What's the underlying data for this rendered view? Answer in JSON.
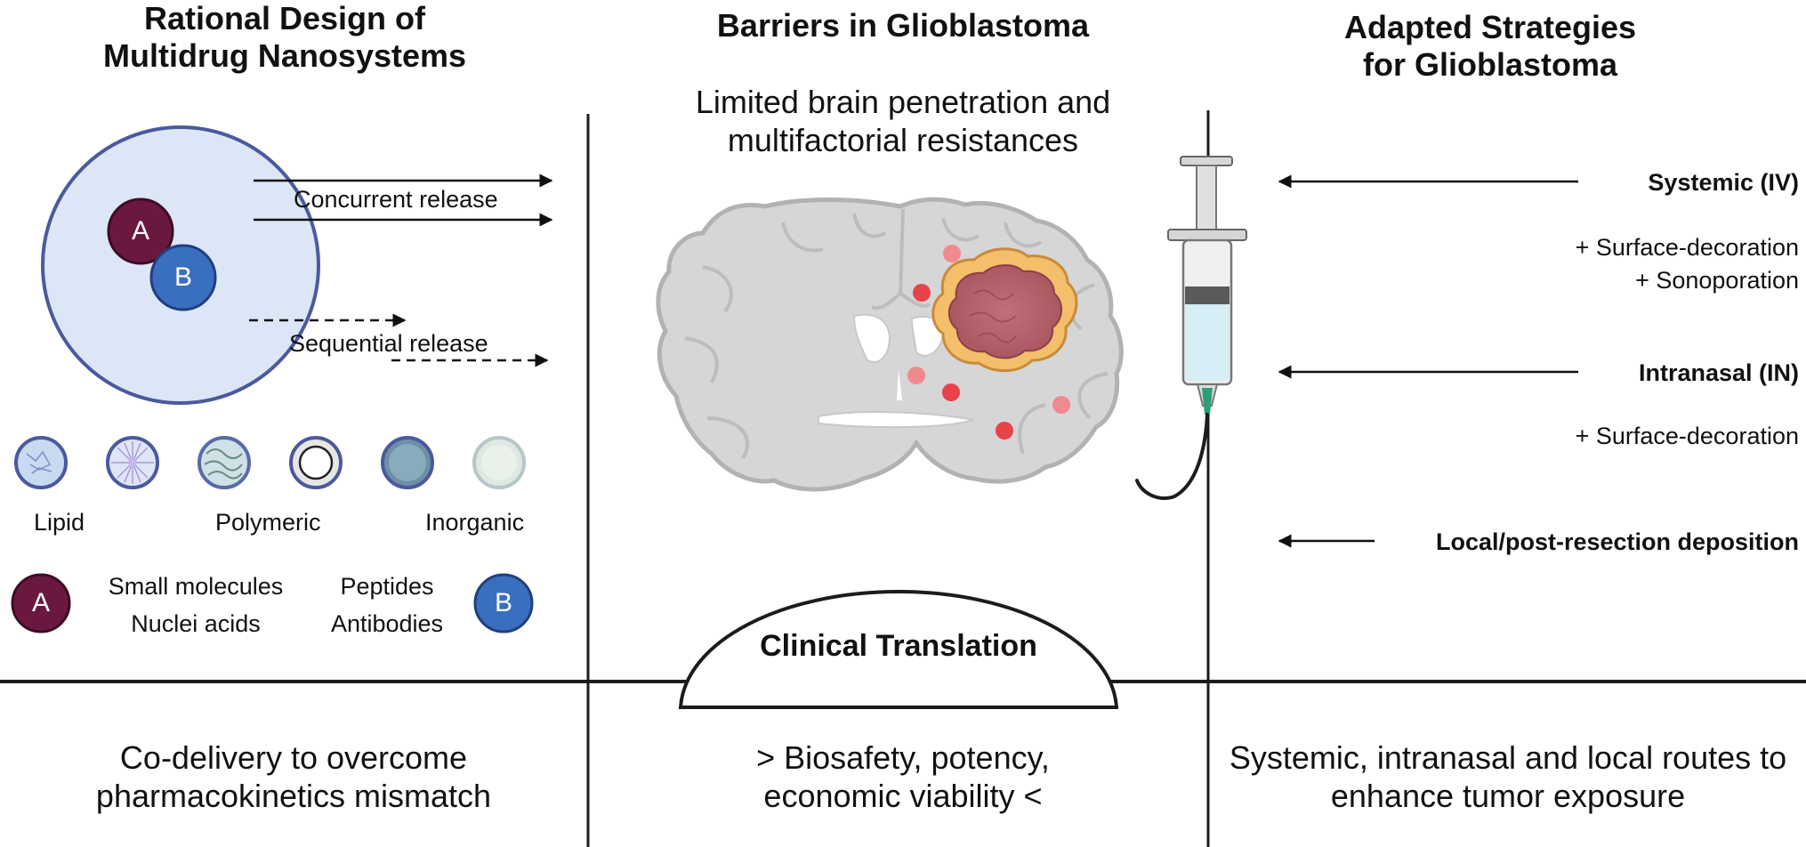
{
  "left": {
    "title_line1": "Rational Design of",
    "title_line2": "Multidrug Nanosystems",
    "concurrent_label": "Concurrent release",
    "sequential_label": "Sequential release",
    "drug_a": "A",
    "drug_b": "B",
    "nano_types": [
      "Lipid",
      "Polymeric",
      "Inorganic"
    ],
    "a_examples_line1": "Small molecules",
    "a_examples_line2": "Nuclei acids",
    "b_examples_line1": "Peptides",
    "b_examples_line2": "Antibodies",
    "bottom_line1": "Co-delivery to overcome",
    "bottom_line2": "pharmacokinetics mismatch"
  },
  "middle": {
    "title": "Barriers in Glioblastoma",
    "subtitle_line1": "Limited brain penetration and",
    "subtitle_line2": "multifactorial resistances",
    "dome_label": "Clinical Translation",
    "bottom_line1": "> Biosafety, potency,",
    "bottom_line2": "economic viability <"
  },
  "right": {
    "title_line1": "Adapted Strategies",
    "title_line2": "for Glioblastoma",
    "route1": "Systemic (IV)",
    "route1_note1": "+ Surface-decoration",
    "route1_note2": "+ Sonoporation",
    "route2": "Intranasal (IN)",
    "route2_note1": "+ Surface-decoration",
    "route3": "Local/post-resection deposition",
    "bottom_line1": "Systemic, intranasal and local routes to",
    "bottom_line2": "enhance tumor exposure"
  },
  "colors": {
    "drug_a": "#6b1840",
    "drug_b": "#3a6fbf",
    "nanoparticle_fill": "#dde6f7",
    "nanoparticle_stroke": "#4a5a9c",
    "brain_fill": "#d2d2d2",
    "tumor_core": "#b96a72",
    "tumor_rim": "#f0b25c",
    "lesion": "#e8434b",
    "syringe_liquid": "#d6eef5",
    "needle": "#2e9e7a"
  }
}
